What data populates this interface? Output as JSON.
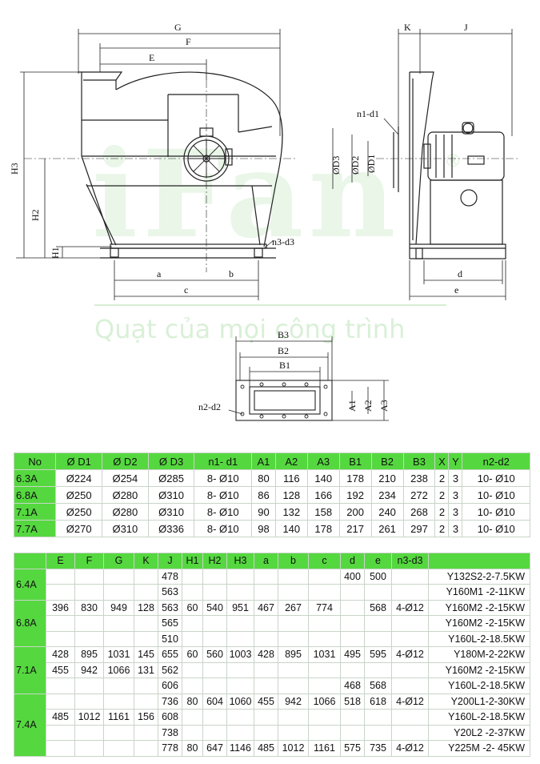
{
  "watermark": {
    "logo": "iFan",
    "registered": "®",
    "slogan": "Quạt của mọi công trình"
  },
  "drawing": {
    "side_view": {
      "labels": [
        "G",
        "F",
        "E",
        "H3",
        "H2",
        "H1",
        "a",
        "b",
        "c",
        "n3-d3"
      ]
    },
    "front_view": {
      "labels": [
        "K",
        "J",
        "n1-d1",
        "ØD3",
        "ØD2",
        "ØD1",
        "d",
        "e"
      ]
    },
    "flange_view": {
      "labels": [
        "B3",
        "B2",
        "B1",
        "n2-d2",
        "A1",
        "A2",
        "A3"
      ]
    }
  },
  "table1": {
    "headers": [
      "No",
      "Ø D1",
      "Ø D2",
      "Ø D3",
      "n1- d1",
      "A1",
      "A2",
      "A3",
      "B1",
      "B2",
      "B3",
      "X",
      "Y",
      "n2-d2"
    ],
    "rows": [
      [
        "6.3A",
        "Ø224",
        "Ø254",
        "Ø285",
        "8- Ø10",
        "80",
        "116",
        "140",
        "178",
        "210",
        "238",
        "2",
        "3",
        "10- Ø10"
      ],
      [
        "6.8A",
        "Ø250",
        "Ø280",
        "Ø310",
        "8- Ø10",
        "86",
        "128",
        "166",
        "192",
        "234",
        "272",
        "2",
        "3",
        "10- Ø10"
      ],
      [
        "7.1A",
        "Ø250",
        "Ø280",
        "Ø310",
        "8- Ø10",
        "90",
        "132",
        "158",
        "200",
        "240",
        "268",
        "2",
        "3",
        "10- Ø10"
      ],
      [
        "7.7A",
        "Ø270",
        "Ø310",
        "Ø336",
        "8- Ø10",
        "98",
        "140",
        "178",
        "217",
        "261",
        "297",
        "2",
        "3",
        "10- Ø10"
      ]
    ]
  },
  "table2": {
    "headers": [
      "",
      "E",
      "F",
      "G",
      "K",
      "J",
      "H1",
      "H2",
      "H3",
      "a",
      "b",
      "c",
      "d",
      "e",
      "n3-d3",
      ""
    ],
    "rows": [
      [
        "",
        "",
        "",
        "",
        "",
        "478",
        "",
        "",
        "",
        "",
        "",
        "",
        "400",
        "500",
        "",
        "Y132S2-2-7.5KW"
      ],
      [
        "",
        "",
        "",
        "",
        "",
        "563",
        "",
        "",
        "",
        "",
        "",
        "",
        "",
        "",
        "",
        "Y160M1 -2-11KW"
      ],
      [
        "",
        "396",
        "830",
        "949",
        "128",
        "563",
        "60",
        "540",
        "951",
        "467",
        "267",
        "774",
        "",
        "568",
        "4-Ø12",
        "Y160M2 -2-15KW"
      ],
      [
        "",
        "",
        "",
        "",
        "",
        "565",
        "",
        "",
        "",
        "",
        "",
        "",
        "",
        "",
        "",
        "Y160M2 -2-15KW"
      ],
      [
        "",
        "",
        "",
        "",
        "",
        "510",
        "",
        "",
        "",
        "",
        "",
        "",
        "",
        "",
        "",
        "Y160L-2-18.5KW"
      ],
      [
        "",
        "428",
        "895",
        "1031",
        "145",
        "655",
        "60",
        "560",
        "1003",
        "428",
        "895",
        "1031",
        "495",
        "595",
        "4-Ø12",
        "Y180M-2-22KW"
      ],
      [
        "",
        "455",
        "942",
        "1066",
        "131",
        "562",
        "",
        "",
        "",
        "",
        "",
        "",
        "",
        "",
        "",
        "Y160M2 -2-15KW"
      ],
      [
        "",
        "",
        "",
        "",
        "",
        "606",
        "",
        "",
        "",
        "",
        "",
        "",
        "468",
        "568",
        "",
        "Y160L-2-18.5KW"
      ],
      [
        "",
        "",
        "",
        "",
        "",
        "736",
        "80",
        "604",
        "1060",
        "455",
        "942",
        "1066",
        "518",
        "618",
        "4-Ø12",
        "Y200L1-2-30KW"
      ],
      [
        "",
        "485",
        "1012",
        "1161",
        "156",
        "608",
        "",
        "",
        "",
        "",
        "",
        "",
        "",
        "",
        "",
        "Y160L-2-18.5KW"
      ],
      [
        "",
        "",
        "",
        "",
        "",
        "738",
        "",
        "",
        "",
        "",
        "",
        "",
        "",
        "",
        "",
        "Y20L2 -2-37KW"
      ],
      [
        "",
        "",
        "",
        "",
        "",
        "778",
        "80",
        "647",
        "1146",
        "485",
        "1012",
        "1161",
        "575",
        "735",
        "4-Ø12",
        "Y225M -2-  45KW"
      ]
    ],
    "groups": [
      {
        "label": "6.4A",
        "rowspan": 2
      },
      {
        "label": "6.8A",
        "rowspan": 3
      },
      {
        "label": "7.1A",
        "rowspan": 3
      },
      {
        "label": "7.4A",
        "rowspan": 4
      }
    ]
  }
}
